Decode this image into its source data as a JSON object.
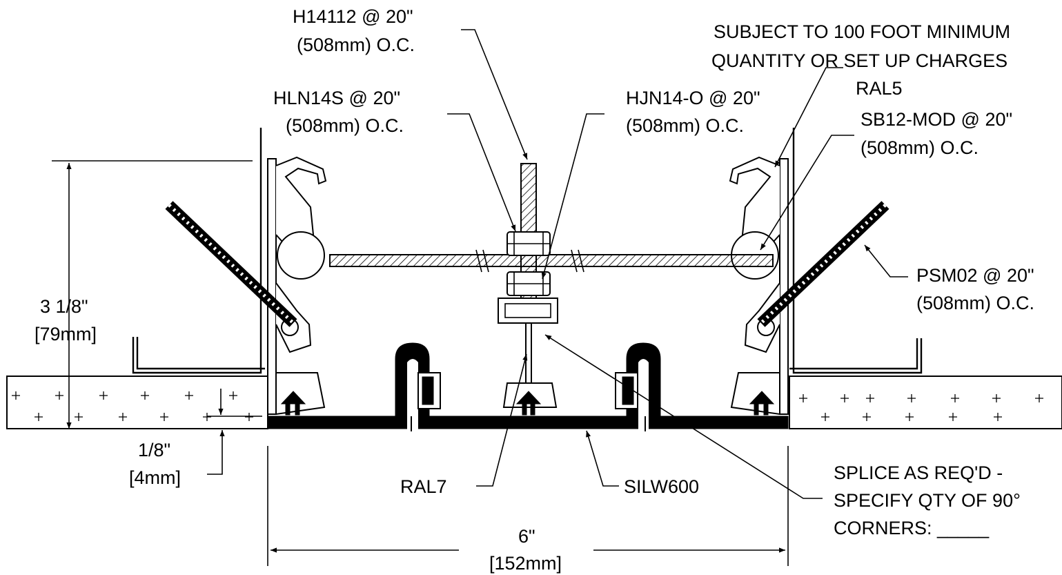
{
  "labels": {
    "h14112_l1": "H14112 @ 20\"",
    "h14112_l2": "(508mm) O.C.",
    "subject_l1": "SUBJECT TO 100 FOOT  MINIMUM",
    "subject_l2": "QUANTITY OR SET UP CHARGES",
    "ral5": "RAL5",
    "hln14s_l1": "HLN14S @ 20\"",
    "hln14s_l2": "(508mm) O.C.",
    "hjn14o_l1": "HJN14-O @ 20\"",
    "hjn14o_l2": "(508mm) O.C.",
    "sb12mod_l1": "SB12-MOD @ 20\"",
    "sb12mod_l2": "(508mm) O.C.",
    "psm02_l1": "PSM02 @ 20\"",
    "psm02_l2": "(508mm) O.C.",
    "dim_height_l1": "3 1/8\"",
    "dim_height_l2": "[79mm]",
    "dim_reveal_l1": "1/8\"",
    "dim_reveal_l2": "[4mm]",
    "ral7": "RAL7",
    "silw600": "SILW600",
    "splice_l1": "SPLICE AS REQ'D -",
    "splice_l2": "SPECIFY QTY OF 90°",
    "splice_l3": "CORNERS: _____",
    "dim_width_l1": "6\"",
    "dim_width_l2": "[152mm]"
  }
}
